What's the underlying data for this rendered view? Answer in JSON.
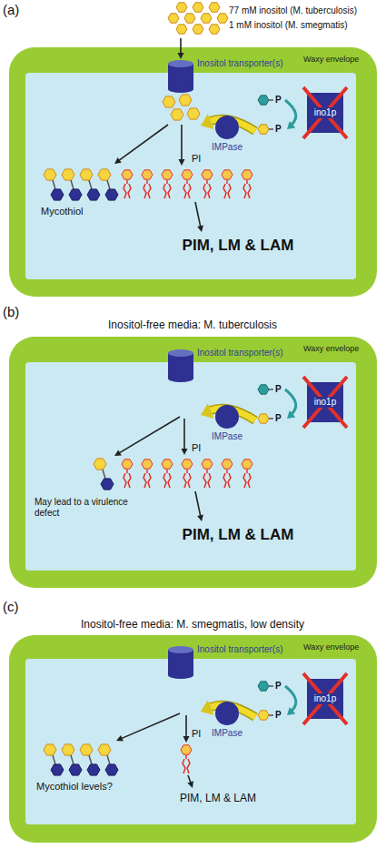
{
  "diagram": {
    "nodes": [
      {
        "text": [
          "Waxy envelope"
        ]
      },
      {
        "text": [
          "Inositol transporter(s)"
        ],
        "in": 0
      },
      {
        "text": [
          "Mycothiol",
          "PI",
          "PIM, LM & LAM"
        ],
        "in": 0
      },
      {
        "text": [
          "ino1p"
        ],
        "in": 2
      },
      {
        "text": [
          "IMPase"
        ],
        "in": 2
      },
      {
        "text": [
          "Waxy envelope"
        ]
      },
      {
        "text": [
          "Inositol transporter(s)"
        ],
        "in": 5
      },
      {
        "text": [
          "May lead to a virulence defect",
          "PI",
          "PIM, LM & LAM"
        ],
        "in": 5
      },
      {
        "text": [
          "ino1p"
        ],
        "in": 7
      },
      {
        "text": [
          "IMPase"
        ],
        "in": 7
      },
      {
        "text": [
          "Waxy envelope"
        ]
      },
      {
        "text": [
          "Inositol transporter(s)"
        ],
        "in": 10
      },
      {
        "text": [
          "Mycothiol levels?",
          "PI",
          "PIM, LM & LAM"
        ],
        "in": 10
      },
      {
        "text": [
          "ino1p"
        ],
        "in": 12
      },
      {
        "text": [
          "IMPase"
        ],
        "in": 12
      }
    ],
    "labels": [
      "(a)",
      "77 mM inositol (M. tuberculosis)",
      "1 mM inositol (M. smegmatis)",
      "P",
      "P",
      "(b)",
      "Inositol-free media: M. tuberculosis",
      "P",
      "P",
      "(c)",
      "Inositol-free media: M. smegmatis, low density",
      "P",
      "P"
    ]
  }
}
